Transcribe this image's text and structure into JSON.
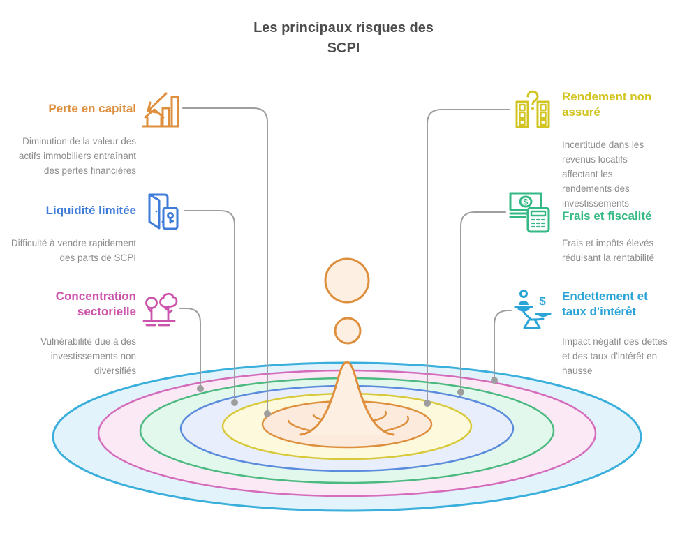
{
  "page": {
    "title": "Les principaux risques des SCPI",
    "title_lines": [
      "Les principaux risques des",
      "SCPI"
    ],
    "background": "#ffffff",
    "title_color": "#4d4d4d",
    "description_color": "#8c8c8c",
    "connector_color": "#9e9e9e"
  },
  "risks": [
    {
      "title": "Perte en capital",
      "description": "Diminution de la valeur des actifs immobiliers entraînant des pertes financières",
      "color": "#de8f3e",
      "icon": "house-chart-decline-icon",
      "side": "left"
    },
    {
      "title": "Liquidité limitée",
      "description": "Difficulté à vendre rapidement des parts de SCPI",
      "color": "#3f7bd9",
      "icon": "door-key-icon",
      "side": "left"
    },
    {
      "title": "Concentration sectorielle",
      "description": "Vulnérabilité due à des investissements non diversifiés",
      "color": "#cc53ac",
      "icon": "trees-icon",
      "side": "left"
    },
    {
      "title": "Rendement non assuré",
      "description": "Incertitude dans les revenus locatifs affectant les rendements des investissements",
      "color": "#d2c41f",
      "icon": "buildings-question-icon",
      "side": "right"
    },
    {
      "title": "Frais et fiscalité",
      "description": "Frais et impôts élevés réduisant la rentabilité",
      "color": "#35b984",
      "icon": "money-calculator-icon",
      "side": "right"
    },
    {
      "title": "Endettement et taux d'intérêt",
      "description": "Impact négatif des dettes et des taux d'intérêt en hausse",
      "color": "#2aa3d6",
      "icon": "balance-dollar-icon",
      "side": "right"
    }
  ],
  "ripple": {
    "droplet_fill": "#fdf0e2",
    "droplet_stroke": "#de8f3e",
    "rings": [
      {
        "name": "cyan-ring",
        "stroke": "#3bafdc",
        "fill": "#e3f3fb"
      },
      {
        "name": "pink-ring",
        "stroke": "#d46cbb",
        "fill": "#fbe9f6"
      },
      {
        "name": "green-ring",
        "stroke": "#4cba80",
        "fill": "#e3f8ec"
      },
      {
        "name": "blue-ring",
        "stroke": "#5b8bdc",
        "fill": "#e8eefb"
      },
      {
        "name": "yellow-ring",
        "stroke": "#d8c93b",
        "fill": "#fcf9dc"
      },
      {
        "name": "orange-ring",
        "stroke": "#de8f3e",
        "fill": "#fcebdc"
      }
    ]
  }
}
